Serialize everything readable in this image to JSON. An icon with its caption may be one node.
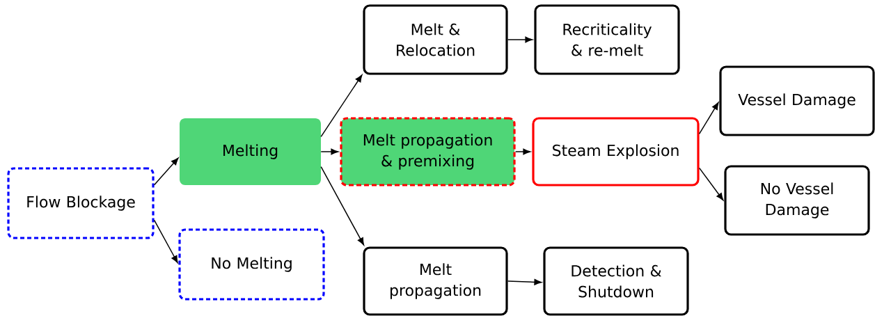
{
  "diagram": {
    "nodes": [
      {
        "text": [
          "Flow Blockage"
        ]
      },
      {
        "text": [
          "Melting"
        ]
      },
      {
        "text": [
          "No Melting"
        ]
      },
      {
        "text": [
          "Melt & Relocation"
        ]
      },
      {
        "text": [
          "Melt propagation & premixing"
        ]
      },
      {
        "text": [
          "Melt propagation"
        ]
      },
      {
        "text": [
          "Recriticality & re-melt"
        ]
      },
      {
        "text": [
          "Steam Explosion"
        ]
      },
      {
        "text": [
          "Detection & Shutdown"
        ]
      },
      {
        "text": [
          "Vessel Damage"
        ]
      },
      {
        "text": [
          "No Vessel Damage"
        ]
      }
    ],
    "edges": [
      {
        "from": 0,
        "to": 1,
        "arrow": "to"
      },
      {
        "from": 0,
        "to": 2,
        "arrow": "to"
      },
      {
        "from": 1,
        "to": 3,
        "arrow": "to"
      },
      {
        "from": 1,
        "to": 4,
        "arrow": "to"
      },
      {
        "from": 1,
        "to": 5,
        "arrow": "to"
      },
      {
        "from": 3,
        "to": 6,
        "arrow": "to"
      },
      {
        "from": 4,
        "to": 7,
        "arrow": "to"
      },
      {
        "from": 5,
        "to": 8,
        "arrow": "to"
      },
      {
        "from": 7,
        "to": 9,
        "arrow": "to"
      },
      {
        "from": 7,
        "to": 10,
        "arrow": "to"
      }
    ]
  }
}
